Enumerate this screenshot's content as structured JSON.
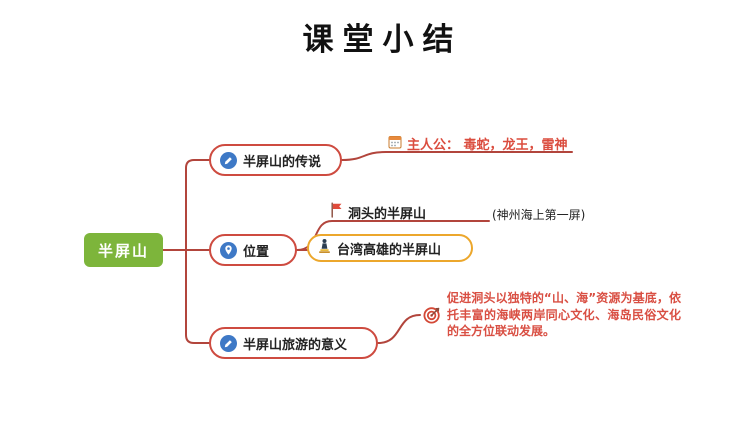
{
  "title": "课堂小结",
  "root": {
    "label": "半屏山"
  },
  "branches": [
    {
      "label": "半屏山的传说",
      "icon": "pencil-badge-icon",
      "children": [
        {
          "label": "主人公： 毒蛇，龙王，雷神",
          "icon": "calendar-icon"
        }
      ]
    },
    {
      "label": "位置",
      "icon": "location-badge-icon",
      "children": [
        {
          "label": "洞头的半屏山",
          "suffix": "(神州海上第一屏)",
          "icon": "flag-icon"
        },
        {
          "label": "台湾高雄的半屏山",
          "icon": "statue-icon"
        }
      ]
    },
    {
      "label": "半屏山旅游的意义",
      "icon": "pencil-badge-icon",
      "children": [
        {
          "label": "促进洞头以独特的“山、海”资源为基底，依托丰富的海峡两岸同心文化、海岛民俗文化的全方位联动发展。",
          "icon": "target-icon"
        }
      ]
    }
  ],
  "colors": {
    "root_fill": "#7DB53B",
    "branch_border": "#CE4B40",
    "connector_line": "#B2453C",
    "red_text": "#DB4D3F",
    "yellow_border": "#ECA72C",
    "badge_blue": "#3E79C6"
  }
}
